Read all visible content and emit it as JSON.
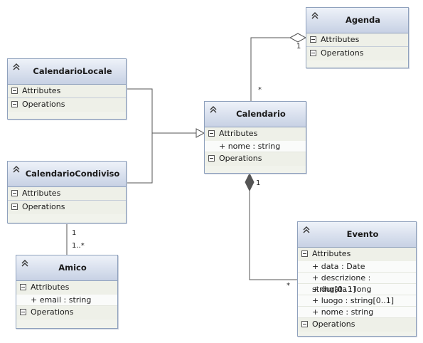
{
  "classes": {
    "agenda": {
      "name": "Agenda",
      "attributes_label": "Attributes",
      "operations_label": "Operations"
    },
    "calendario_locale": {
      "name": "CalendarioLocale",
      "attributes_label": "Attributes",
      "operations_label": "Operations"
    },
    "calendario": {
      "name": "Calendario",
      "attributes_label": "Attributes",
      "operations_label": "Operations",
      "attributes": [
        "+ nome : string"
      ]
    },
    "calendario_condiviso": {
      "name": "CalendarioCondiviso",
      "attributes_label": "Attributes",
      "operations_label": "Operations"
    },
    "amico": {
      "name": "Amico",
      "attributes_label": "Attributes",
      "operations_label": "Operations",
      "attributes": [
        "+ email : string"
      ]
    },
    "evento": {
      "name": "Evento",
      "attributes_label": "Attributes",
      "operations_label": "Operations",
      "attributes": [
        "+ data : Date",
        "+ descrizione : string[0..1]",
        "+ durata : long",
        "+ luogo : string[0..1]",
        "+ nome : string"
      ]
    }
  },
  "multiplicities": {
    "agenda_end": "1",
    "calendario_agenda_end": "*",
    "calendario_evento_end": "1",
    "evento_end": "*",
    "condiviso_end": "1",
    "amico_end": "1..*"
  },
  "colors": {
    "header_top": "#eef2f9",
    "header_bottom": "#c7d1e4",
    "border": "#8fa1bd",
    "line": "#555555"
  }
}
